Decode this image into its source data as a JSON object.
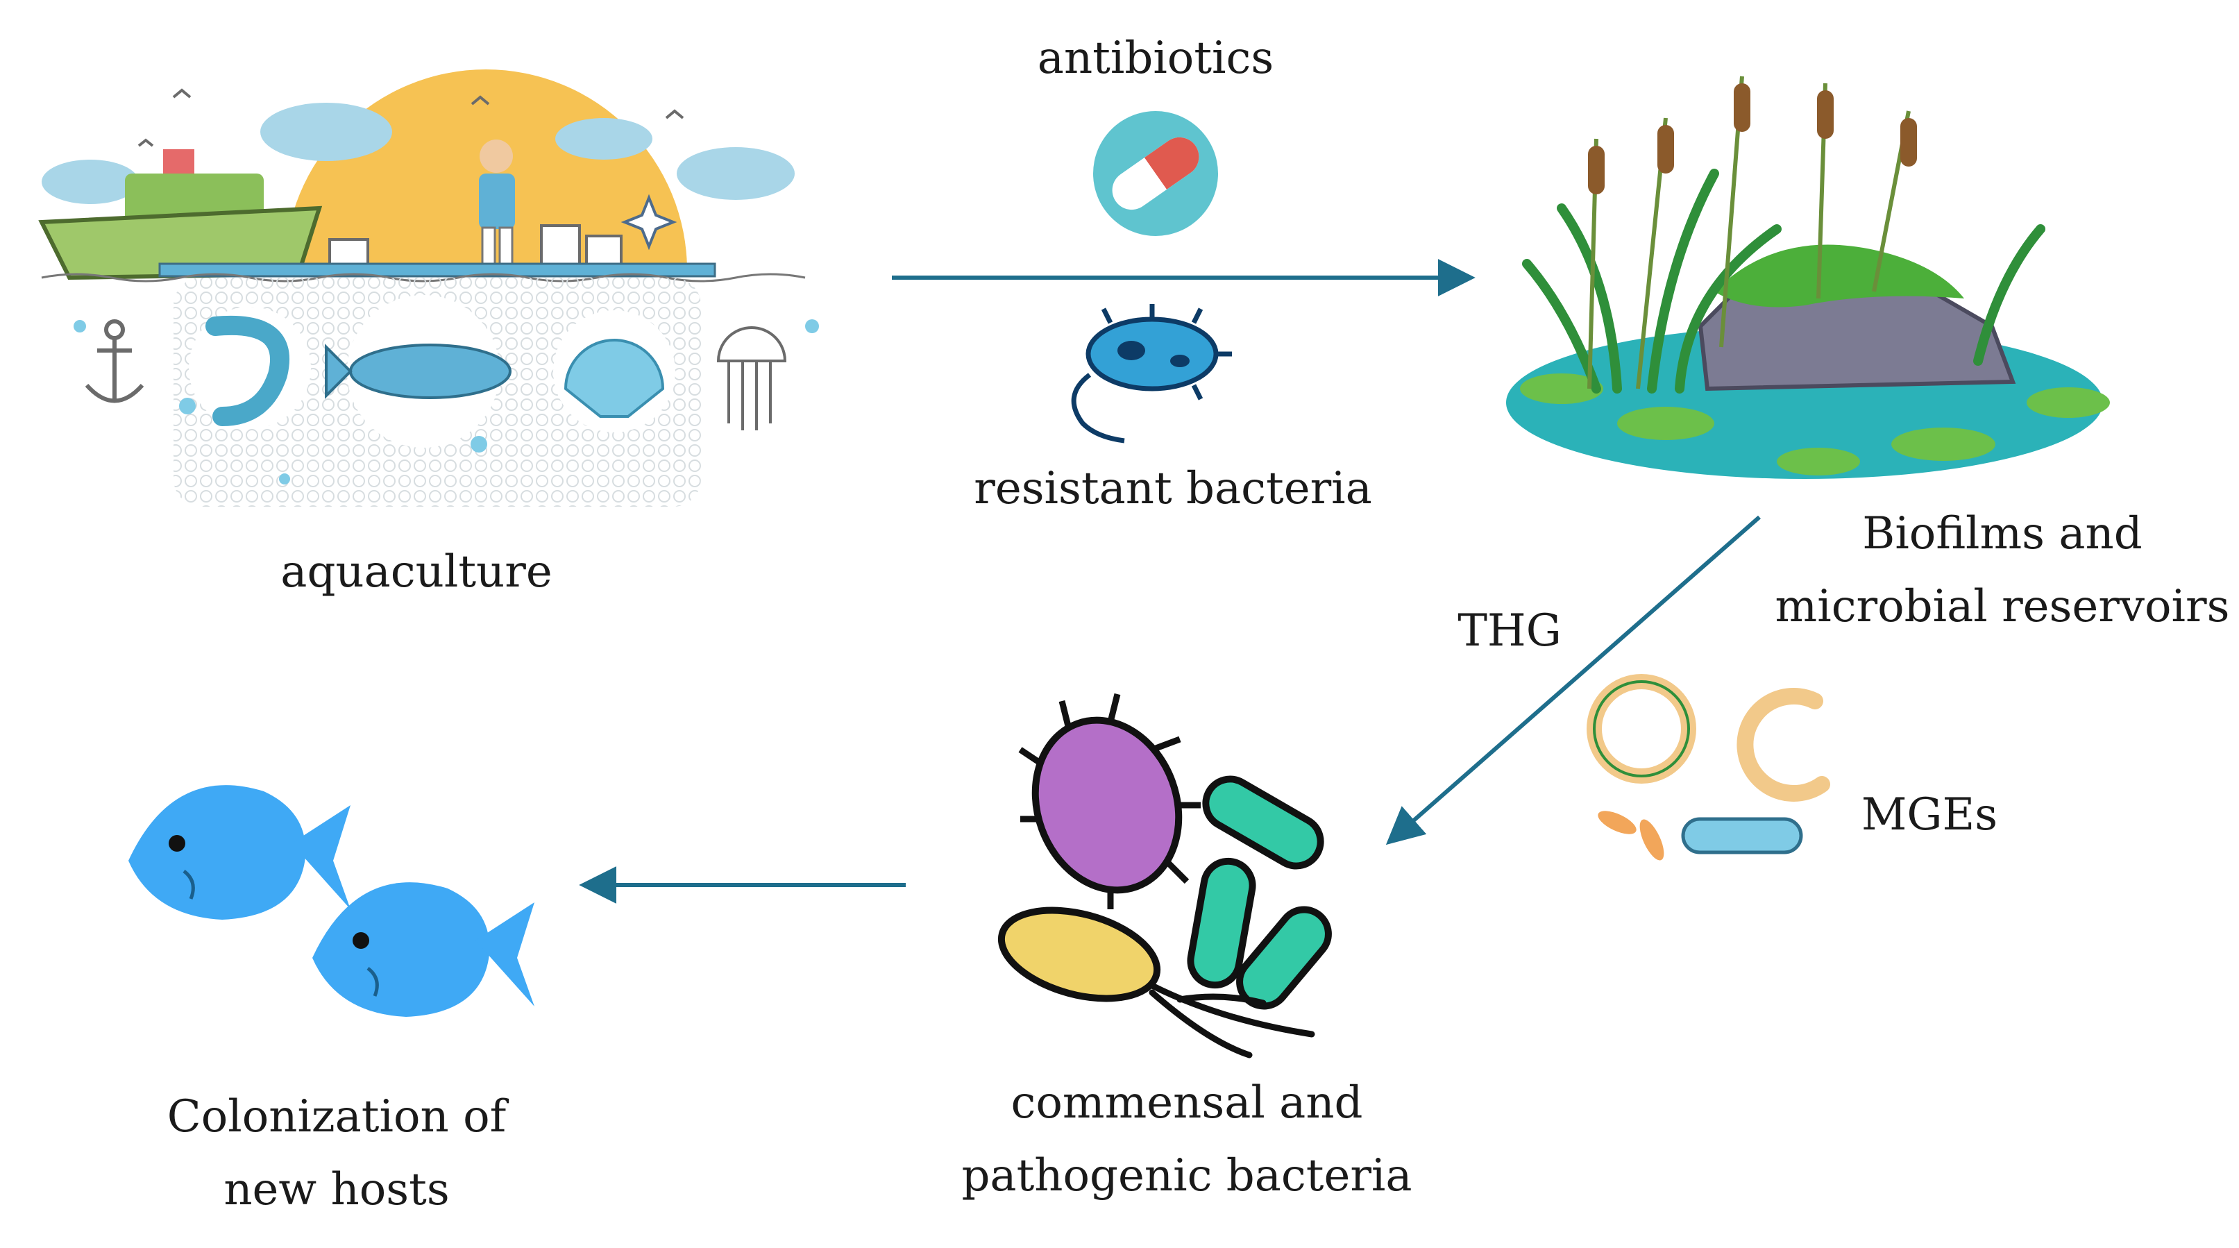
{
  "labels": {
    "aquaculture": "aquaculture",
    "antibiotics": "antibiotics",
    "resistant_bacteria": "resistant bacteria",
    "reservoir_line1": "Biofilms and",
    "reservoir_line2": "microbial reservoirs",
    "thg": "THG",
    "mges": "MGEs",
    "bacteria_line1": "commensal and",
    "bacteria_line2": "pathogenic bacteria",
    "colonization_line1": "Colonization of",
    "colonization_line2": "new hosts"
  },
  "colors": {
    "arrow": "#1e6e8c",
    "sun": "#f6c253",
    "water": "#2bb2b8",
    "fish_blue": "#3fa9f5",
    "grass": "#2f8f3a",
    "rock": "#7c7b93",
    "purple": "#b46fc8",
    "teal": "#33c9a6",
    "yellow": "#f0d36a",
    "pill_red": "#e05a4f",
    "pill_bg": "#5fc4cf",
    "mge_tan": "#f2c98a"
  }
}
